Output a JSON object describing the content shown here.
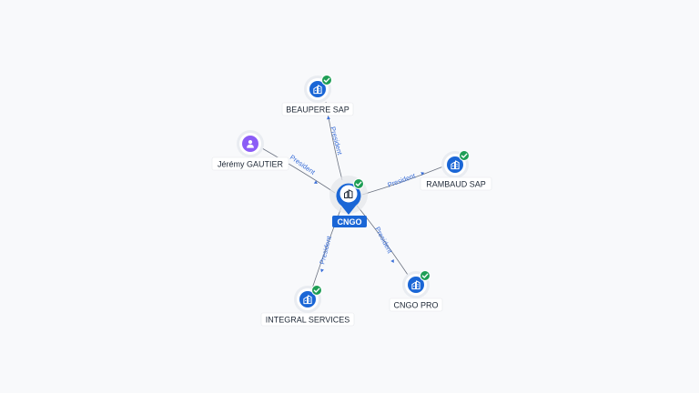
{
  "colors": {
    "company": "#1a66d6",
    "person": "#8b5cf6",
    "check": "#1e9e55",
    "edge": "#6b7280",
    "edge_label": "#3b6fd8"
  },
  "center": {
    "id": "cngo",
    "label": "CNGO",
    "icon": "building-icon"
  },
  "nodes": [
    {
      "id": "beaupere",
      "label": "BEAUPERE SAP",
      "type": "company",
      "icon": "building-icon",
      "verified": true
    },
    {
      "id": "jeremy",
      "label": "Jérémy GAUTIER",
      "type": "person",
      "icon": "person-icon",
      "verified": false
    },
    {
      "id": "rambaud",
      "label": "RAMBAUD SAP",
      "type": "company",
      "icon": "building-icon",
      "verified": true
    },
    {
      "id": "integral",
      "label": "INTEGRAL SERVICES",
      "type": "company",
      "icon": "building-icon",
      "verified": true
    },
    {
      "id": "cngopro",
      "label": "CNGO PRO",
      "type": "company",
      "icon": "building-icon",
      "verified": true
    }
  ],
  "edges": [
    {
      "from": "cngo",
      "to": "beaupere",
      "label": "President"
    },
    {
      "from": "jeremy",
      "to": "cngo",
      "label": "President"
    },
    {
      "from": "cngo",
      "to": "rambaud",
      "label": "President"
    },
    {
      "from": "cngo",
      "to": "integral",
      "label": "President"
    },
    {
      "from": "cngo",
      "to": "cngopro",
      "label": "President"
    }
  ]
}
